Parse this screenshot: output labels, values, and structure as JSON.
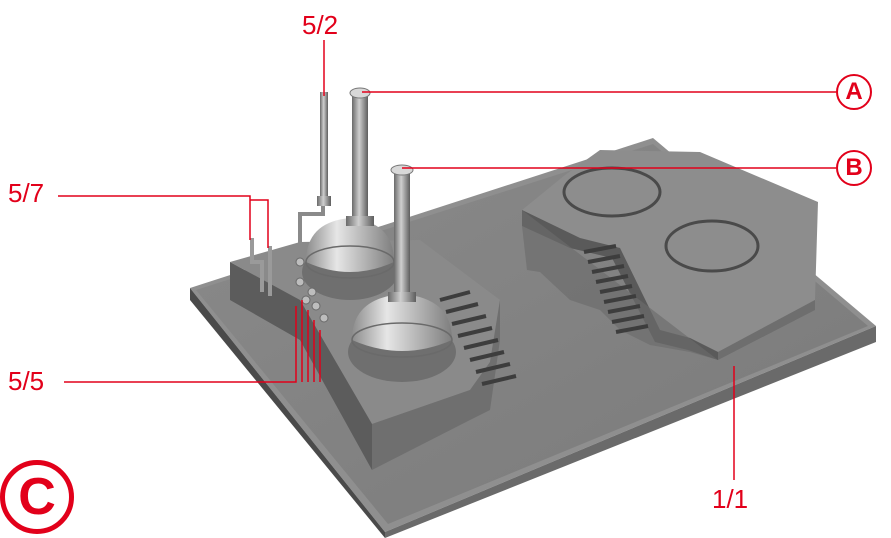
{
  "callouts": {
    "top_part": "5/2",
    "left_upper_part": "5/7",
    "left_lower_part": "5/5",
    "base_part": "1/1",
    "marker_a": "A",
    "marker_b": "B",
    "panel_letter": "C"
  },
  "colors": {
    "accent": "#e2001a",
    "model_gray": "#7b7b7b",
    "model_dark": "#555555",
    "model_light": "#a9a9a9"
  }
}
